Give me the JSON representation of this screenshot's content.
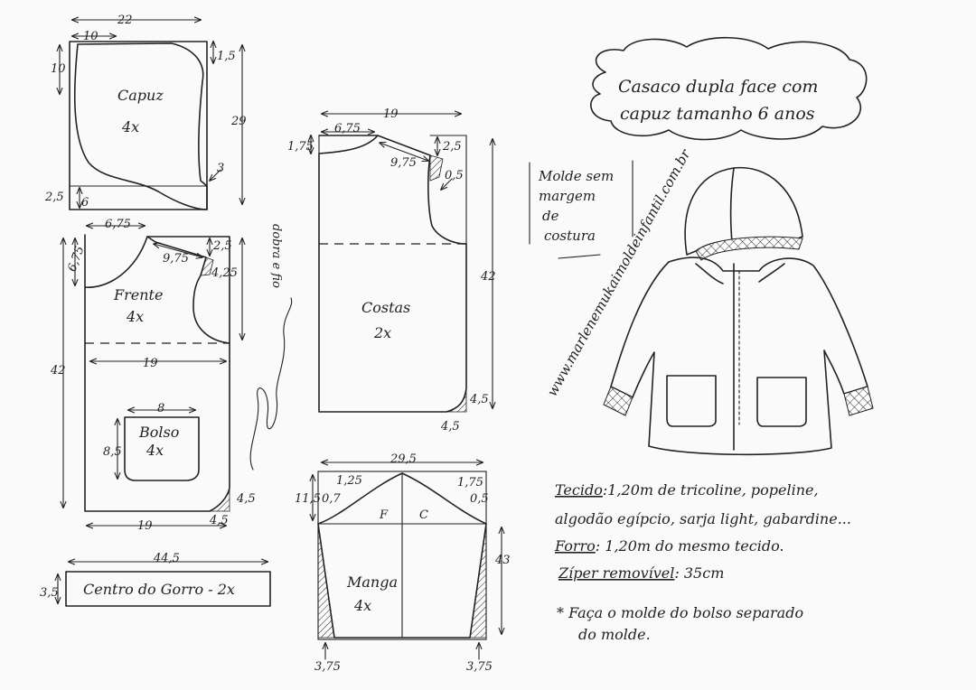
{
  "title": {
    "line1": "Casaco dupla face com",
    "line2": "capuz tamanho 6 anos"
  },
  "seam_note": [
    "Molde sem",
    "margem",
    "de",
    "costura"
  ],
  "website": "www.marlenemukaimoldeinfantil.com.br",
  "pieces": {
    "capuz": {
      "name": "Capuz",
      "qty": "4x",
      "m_width": "22",
      "m_top": "10",
      "m_left": "10",
      "m_right_top": "1,5",
      "m_height": "29",
      "m_curve": "3",
      "m_bottom_left": "2,5",
      "m_bottom": "6"
    },
    "frente": {
      "name": "Frente",
      "qty": "4x",
      "m_neck_w": "6,75",
      "m_neck_h": "6,75",
      "m_shoulder": "9,75",
      "m_shoulder_drop": "2,5",
      "m_arm": "4,25",
      "m_chest": "19",
      "m_height": "42",
      "m_hem": "19",
      "m_corner_a": "4,5",
      "m_corner_b": "4,5"
    },
    "bolso": {
      "name": "Bolso",
      "qty": "4x",
      "m_width": "8",
      "m_height": "8,5"
    },
    "costas": {
      "name": "Costas",
      "qty": "2x",
      "m_width": "19",
      "m_neck_w": "6,75",
      "m_neck_h": "1,75",
      "m_shoulder": "9,75",
      "m_shoulder_drop": "2,5",
      "m_arm": "0,5",
      "m_height": "42",
      "fold": "dobra e fio",
      "m_corner_a": "4,5",
      "m_corner_b": "4,5"
    },
    "manga": {
      "name": "Manga",
      "qty": "4x",
      "m_width": "29,5",
      "m_cap_left": "1,25",
      "m_cap_right": "1,75",
      "m_cap_h": "11,5",
      "m_left_in": "0,7",
      "m_right_in": "0,5",
      "front": "F",
      "back": "C",
      "m_length": "43",
      "m_cuff_left": "3,75",
      "m_cuff_right": "3,75"
    },
    "gorro": {
      "name": "Centro do Gorro - 2x",
      "m_length": "44,5",
      "m_height": "3,5"
    }
  },
  "materials": {
    "tecido_label": "Tecido",
    "tecido_line1": ":1,20m de tricoline, popeline,",
    "tecido_line2": "algodão egípcio, sarja light, gabardine...",
    "forro_label": "Forro",
    "forro_text": ": 1,20m do mesmo tecido.",
    "ziper_label": "Zíper removível",
    "ziper_text": ": 35cm",
    "note_line1": "* Faça o molde do bolso separado",
    "note_line2": "do molde."
  }
}
